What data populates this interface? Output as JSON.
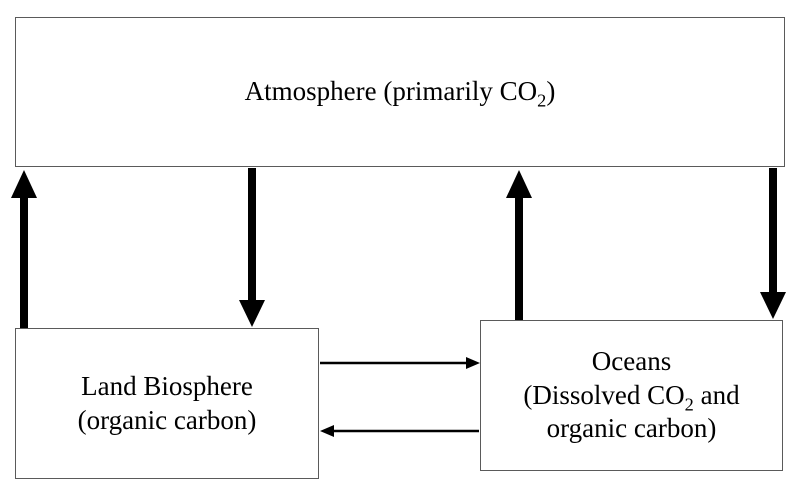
{
  "nodes": {
    "atmosphere": {
      "text_before": "Atmosphere (primarily CO",
      "sub": "2",
      "text_after": ")"
    },
    "land": {
      "line1": "Land Biosphere",
      "line2": "(organic carbon)"
    },
    "oceans": {
      "line1": "Oceans",
      "line2_before": "(Dissolved CO",
      "line2_sub": "2",
      "line2_after": " and",
      "line3": "organic carbon)"
    }
  },
  "edges": [
    {
      "from": "land",
      "to": "atmosphere",
      "weight": "thick"
    },
    {
      "from": "atmosphere",
      "to": "land",
      "weight": "thick"
    },
    {
      "from": "oceans",
      "to": "atmosphere",
      "weight": "thick"
    },
    {
      "from": "atmosphere",
      "to": "oceans",
      "weight": "thick"
    },
    {
      "from": "land",
      "to": "oceans",
      "weight": "thin"
    },
    {
      "from": "oceans",
      "to": "land",
      "weight": "thin"
    }
  ],
  "colors": {
    "arrow": "#000000",
    "box_border": "#5a5a5a",
    "background": "#ffffff"
  }
}
